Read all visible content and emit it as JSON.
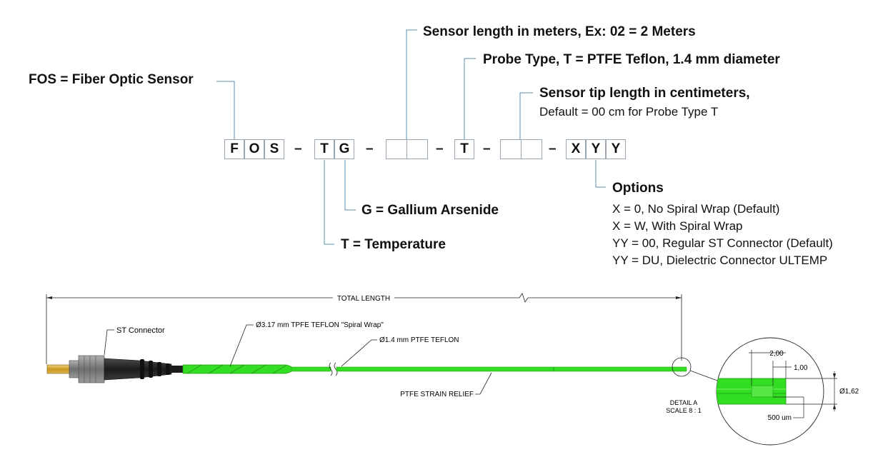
{
  "code": {
    "boxes": [
      "F",
      "O",
      "S",
      "T",
      "G",
      "",
      "",
      "T",
      "",
      "",
      "X",
      "Y",
      "Y"
    ],
    "separator": "–"
  },
  "callouts": {
    "fos": "FOS = Fiber Optic Sensor",
    "sensor_length": "Sensor length in meters, Ex: 02 = 2 Meters",
    "probe_type": "Probe Type, T = PTFE Teflon, 1.4 mm diameter",
    "tip_length_title": "Sensor tip length in centimeters,",
    "tip_length_default": "Default = 00 cm for Probe Type T",
    "g_label": "G = Gallium Arsenide",
    "t_label": "T = Temperature",
    "options_title": "Options",
    "options": [
      "X   = 0, No Spiral Wrap (Default)",
      "X   = W, With Spiral Wrap",
      "YY = 00, Regular ST Connector (Default)",
      "YY = DU, Dielectric Connector ULTEMP"
    ]
  },
  "drawing": {
    "total_length": "TOTAL LENGTH",
    "st_connector": "ST Connector",
    "spiral_wrap": "Ø3.17 mm TPFE TEFLON \"Spiral Wrap\"",
    "ptfe_teflon": "Ø1.4 mm PTFE TEFLON",
    "strain_relief": "PTFE STRAIN RELIEF",
    "detail_a": "DETAIL A",
    "scale": "SCALE 8 : 1",
    "dim_200": "2,00",
    "dim_100": "1,00",
    "dim_162": "Ø1,62",
    "dim_500um": "500 um",
    "colors": {
      "fiber_green": "#33dd22",
      "fiber_dark": "#1f9a14",
      "leader_blue": "#5b8fb5",
      "connector_black": "#2a2a2a",
      "connector_gray": "#8c8c8c",
      "brass": "#d4a937"
    }
  }
}
